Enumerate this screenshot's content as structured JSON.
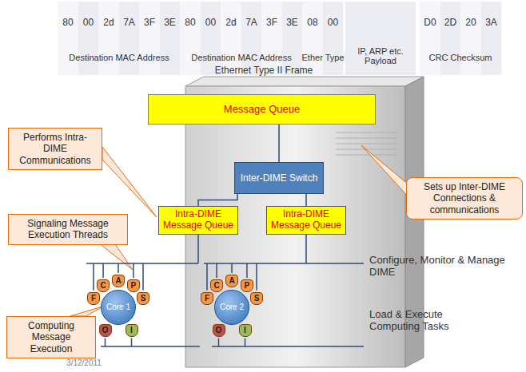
{
  "diagram": {
    "nodes": [
      {
        "text": [
          "Message Queue"
        ]
      },
      {
        "text": [
          "Performs Intra-DIME Communications"
        ]
      },
      {
        "text": [
          "Inter-DIME Switch"
        ]
      },
      {
        "text": [
          "Sets up Inter-DIME Connections & communications"
        ]
      },
      {
        "text": [
          "Intra-DIME Message Queue"
        ]
      },
      {
        "text": [
          "Intra-DIME Message Queue"
        ]
      },
      {
        "text": [
          "Signaling Message Execution Threads"
        ]
      },
      {
        "text": [
          "Core 1"
        ]
      },
      {
        "text": [
          "F"
        ]
      },
      {
        "text": [
          "C"
        ]
      },
      {
        "text": [
          "A"
        ]
      },
      {
        "text": [
          "P"
        ]
      },
      {
        "text": [
          "S"
        ]
      },
      {
        "text": [
          "O"
        ]
      },
      {
        "text": [
          "I"
        ]
      },
      {
        "text": [
          "Computing Message Execution"
        ]
      },
      {
        "text": [
          "Core 2"
        ]
      },
      {
        "text": [
          "F"
        ]
      },
      {
        "text": [
          "C"
        ]
      },
      {
        "text": [
          "A"
        ]
      },
      {
        "text": [
          "P"
        ]
      },
      {
        "text": [
          "S"
        ]
      },
      {
        "text": [
          "O"
        ]
      },
      {
        "text": [
          "I"
        ]
      }
    ],
    "edges": [
      {
        "from": 0,
        "to": 2,
        "arrow": "none"
      },
      {
        "from": 2,
        "to": 4,
        "arrow": "none"
      },
      {
        "from": 2,
        "to": 5,
        "arrow": "none"
      }
    ],
    "labels": [
      "80",
      "00",
      "2d",
      "7A",
      "3F",
      "3E",
      "80",
      "00",
      "2d",
      "7A",
      "3F",
      "3E",
      "08",
      "00",
      "IP, ARP etc. Payload",
      "D0",
      "2D",
      "20",
      "3A",
      "Destination MAC Address",
      "Destination MAC Address",
      "Ether Type",
      "CRC Checksum",
      "Ethernet Type II Frame",
      "Configure, Monitor & Manage DIME",
      "Load & Execute Computing Tasks",
      "3/12/2011"
    ]
  }
}
